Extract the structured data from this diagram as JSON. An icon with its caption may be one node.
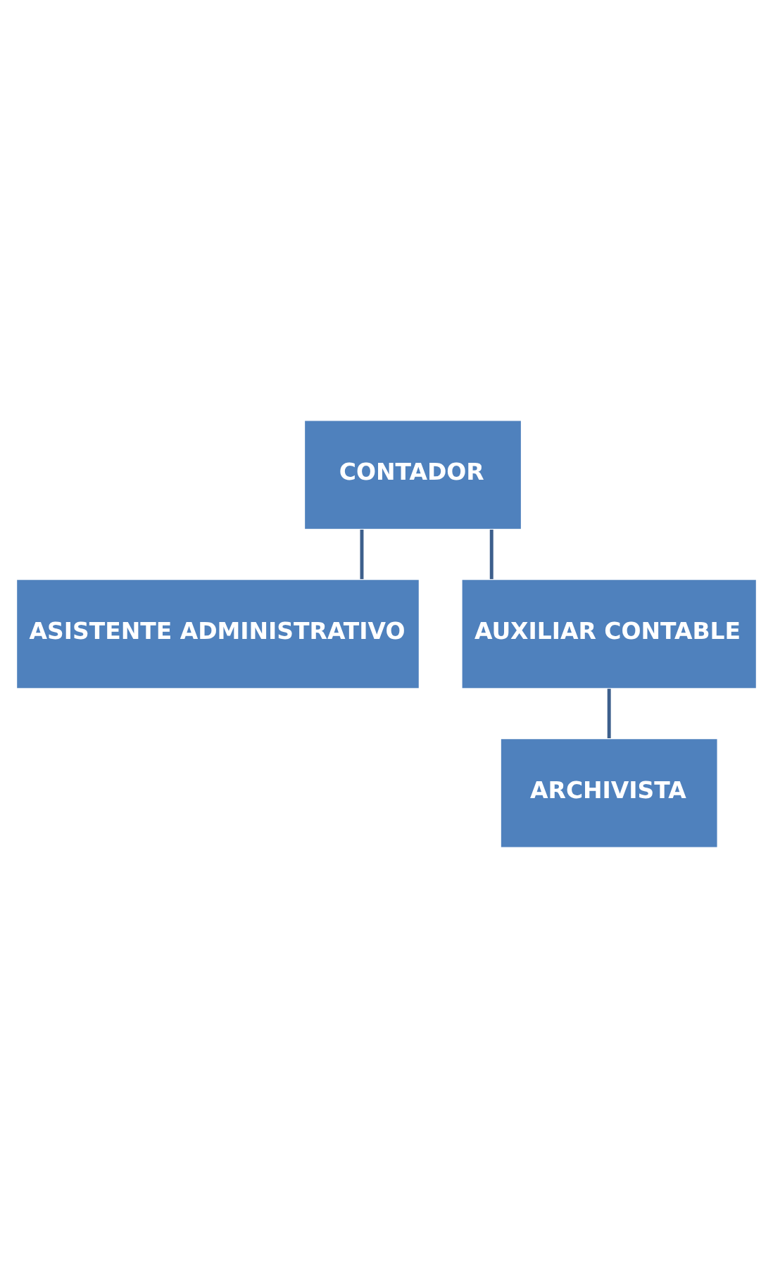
{
  "diagram": {
    "nodes": [
      {
        "text": [
          "CONTADOR"
        ]
      },
      {
        "text": [
          "ASISTENTE ADMINISTRATIVO"
        ]
      },
      {
        "text": [
          "AUXILIAR CONTABLE"
        ]
      },
      {
        "text": [
          "ARCHIVISTA"
        ]
      }
    ],
    "edges": [
      {
        "from": 0,
        "to": 1,
        "arrow": "none"
      },
      {
        "from": 0,
        "to": 2,
        "arrow": "none"
      },
      {
        "from": 2,
        "to": 3,
        "arrow": "none"
      }
    ]
  }
}
